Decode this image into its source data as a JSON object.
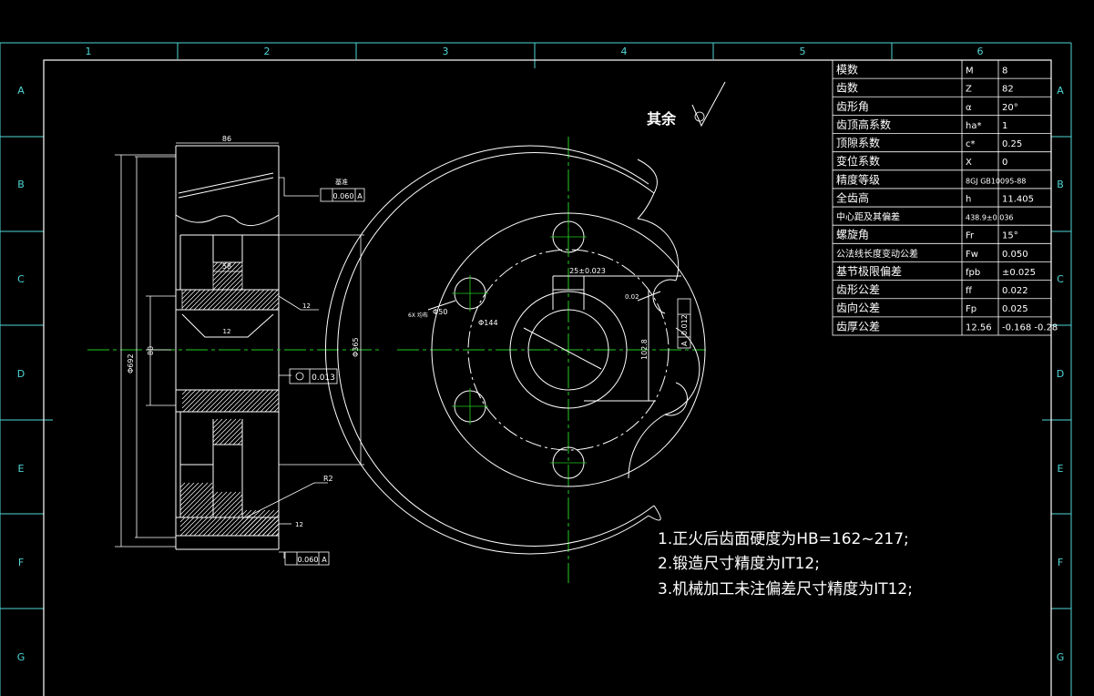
{
  "colors": {
    "background": "#000000",
    "line": "#ffffff",
    "frame": "#4fd6d6",
    "centerline": "#22cc22",
    "hatch": "#ffffff"
  },
  "grid": {
    "columns": [
      "1",
      "2",
      "3",
      "4",
      "5",
      "6"
    ],
    "rows": [
      "A",
      "B",
      "C",
      "D",
      "E",
      "F",
      "G"
    ]
  },
  "roughness": {
    "label": "其余"
  },
  "param_table": [
    {
      "name": "模数",
      "symbol": "M",
      "value": "8"
    },
    {
      "name": "齿数",
      "symbol": "Z",
      "value": "82"
    },
    {
      "name": "齿形角",
      "symbol": "α",
      "value": "20°"
    },
    {
      "name": "齿顶高系数",
      "symbol": "ha*",
      "value": "1"
    },
    {
      "name": "顶隙系数",
      "symbol": "c*",
      "value": "0.25"
    },
    {
      "name": "变位系数",
      "symbol": "X",
      "value": "0"
    },
    {
      "name": "精度等级",
      "symbol": "8GJ GB10095-88",
      "value": ""
    },
    {
      "name": "全齿高",
      "symbol": "h",
      "value": "11.405"
    },
    {
      "name": "中心距及其偏差",
      "symbol": "438.9±0.036",
      "value": ""
    },
    {
      "name": "螺旋角",
      "symbol": "Fr",
      "value": "15°"
    },
    {
      "name": "公法线长度变动公差",
      "symbol": "Fw",
      "value": "0.050"
    },
    {
      "name": "基节极限偏差",
      "symbol": "fpb",
      "value": "±0.025"
    },
    {
      "name": "齿形公差",
      "symbol": "ff",
      "value": "0.022"
    },
    {
      "name": "齿向公差",
      "symbol": "Fp",
      "value": "0.025"
    },
    {
      "name": "齿厚公差",
      "symbol": "12.56",
      "value": "-0.168 -0.28"
    }
  ],
  "dims": {
    "width_top": "86",
    "hub_width": "58",
    "radius_r2": "R2",
    "dia_od": "Φ692",
    "dia_bore": "Φ365",
    "dia_80": "80",
    "dia_hole": "Φ50",
    "hole_note": "6X 均布",
    "dia_144": "Φ144",
    "key_width": "25±0.023",
    "key_depth": "102.8",
    "runout1": "0.060",
    "runout1_ref": "A",
    "flat_1": "0.013",
    "runout2": "0.060",
    "runout2_ref": "A",
    "ref_note": "基准",
    "side_note": "0.02",
    "r12a": "12",
    "r12b": "12",
    "r12c": "12",
    "tol_box": "0.012",
    "tol_box_ref": "A"
  },
  "notes": [
    "1.正火后齿面硬度为HB=162~217;",
    "2.锻造尺寸精度为IT12;",
    "3.机械加工未注偏差尺寸精度为IT12;"
  ]
}
